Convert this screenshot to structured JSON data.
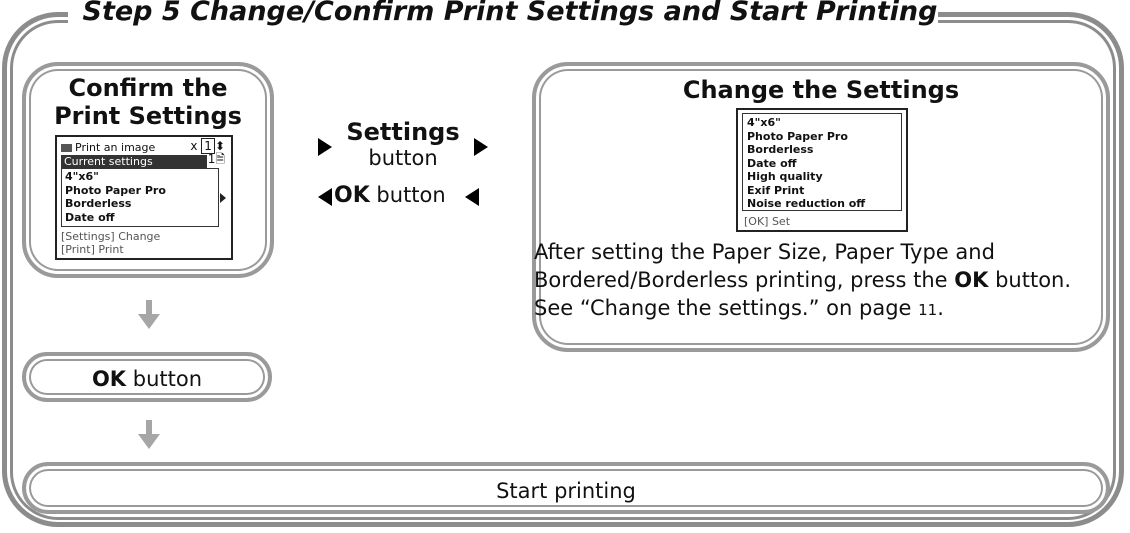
{
  "title": "Step 5  Change/Confirm Print Settings and Start Printing",
  "confirm": {
    "title_line1": "Confirm the",
    "title_line2": "Print Settings",
    "lcd": {
      "header": "Print an image",
      "qty_x": "x",
      "qty_value": "1",
      "sheets": "1",
      "current_settings": "Current settings",
      "items": [
        "4\"x6\"",
        "Photo Paper Pro",
        "Borderless",
        "Date off"
      ],
      "footer_line1": "[Settings] Change",
      "footer_line2": "[Print] Print"
    }
  },
  "settings_button": {
    "strong": "Settings",
    "label": "button"
  },
  "ok_nav": {
    "strong": "OK",
    "label": " button"
  },
  "change": {
    "title": "Change the Settings",
    "lcd": {
      "items": [
        "4\"x6\"",
        "Photo Paper Pro",
        "Borderless",
        "Date off",
        "High quality",
        "Exif Print",
        "Noise reduction off"
      ],
      "footer": "[OK] Set"
    },
    "desc_part1": "After setting the Paper Size, Paper Type and Bordered/Borderless printing, press the ",
    "desc_bold": "OK",
    "desc_part2": " button. See “Change the settings.” on page ",
    "desc_page": "11",
    "desc_end": "."
  },
  "ok_box": {
    "strong": "OK",
    "label": " button"
  },
  "start": {
    "label": "Start printing"
  }
}
